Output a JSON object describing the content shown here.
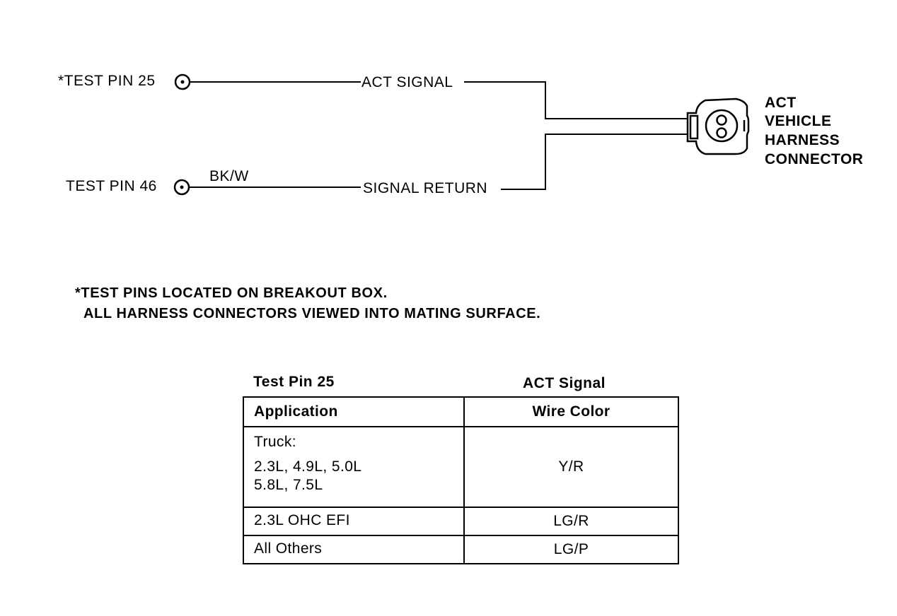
{
  "diagram": {
    "pin25_label": "*TEST PIN 25",
    "pin46_label": "TEST PIN 46",
    "act_signal_label": "ACT SIGNAL",
    "signal_return_label": "SIGNAL RETURN",
    "wire_color_label": "BK/W",
    "connector_label": [
      "ACT",
      "VEHICLE",
      "HARNESS",
      "CONNECTOR"
    ]
  },
  "notes": [
    "*TEST PINS LOCATED ON BREAKOUT BOX.",
    "ALL HARNESS CONNECTORS VIEWED INTO MATING SURFACE."
  ],
  "table": {
    "left_heading": "Test Pin 25",
    "right_heading": "ACT Signal",
    "col_application": "Application",
    "col_wire_color": "Wire Color",
    "rows": [
      {
        "application_title": "Truck:",
        "application_lines": [
          "2.3L, 4.9L, 5.0L",
          "5.8L, 7.5L"
        ],
        "wire_color": "Y/R"
      },
      {
        "application": "2.3L OHC EFI",
        "wire_color": "LG/R"
      },
      {
        "application": "All Others",
        "wire_color": "LG/P"
      }
    ]
  }
}
